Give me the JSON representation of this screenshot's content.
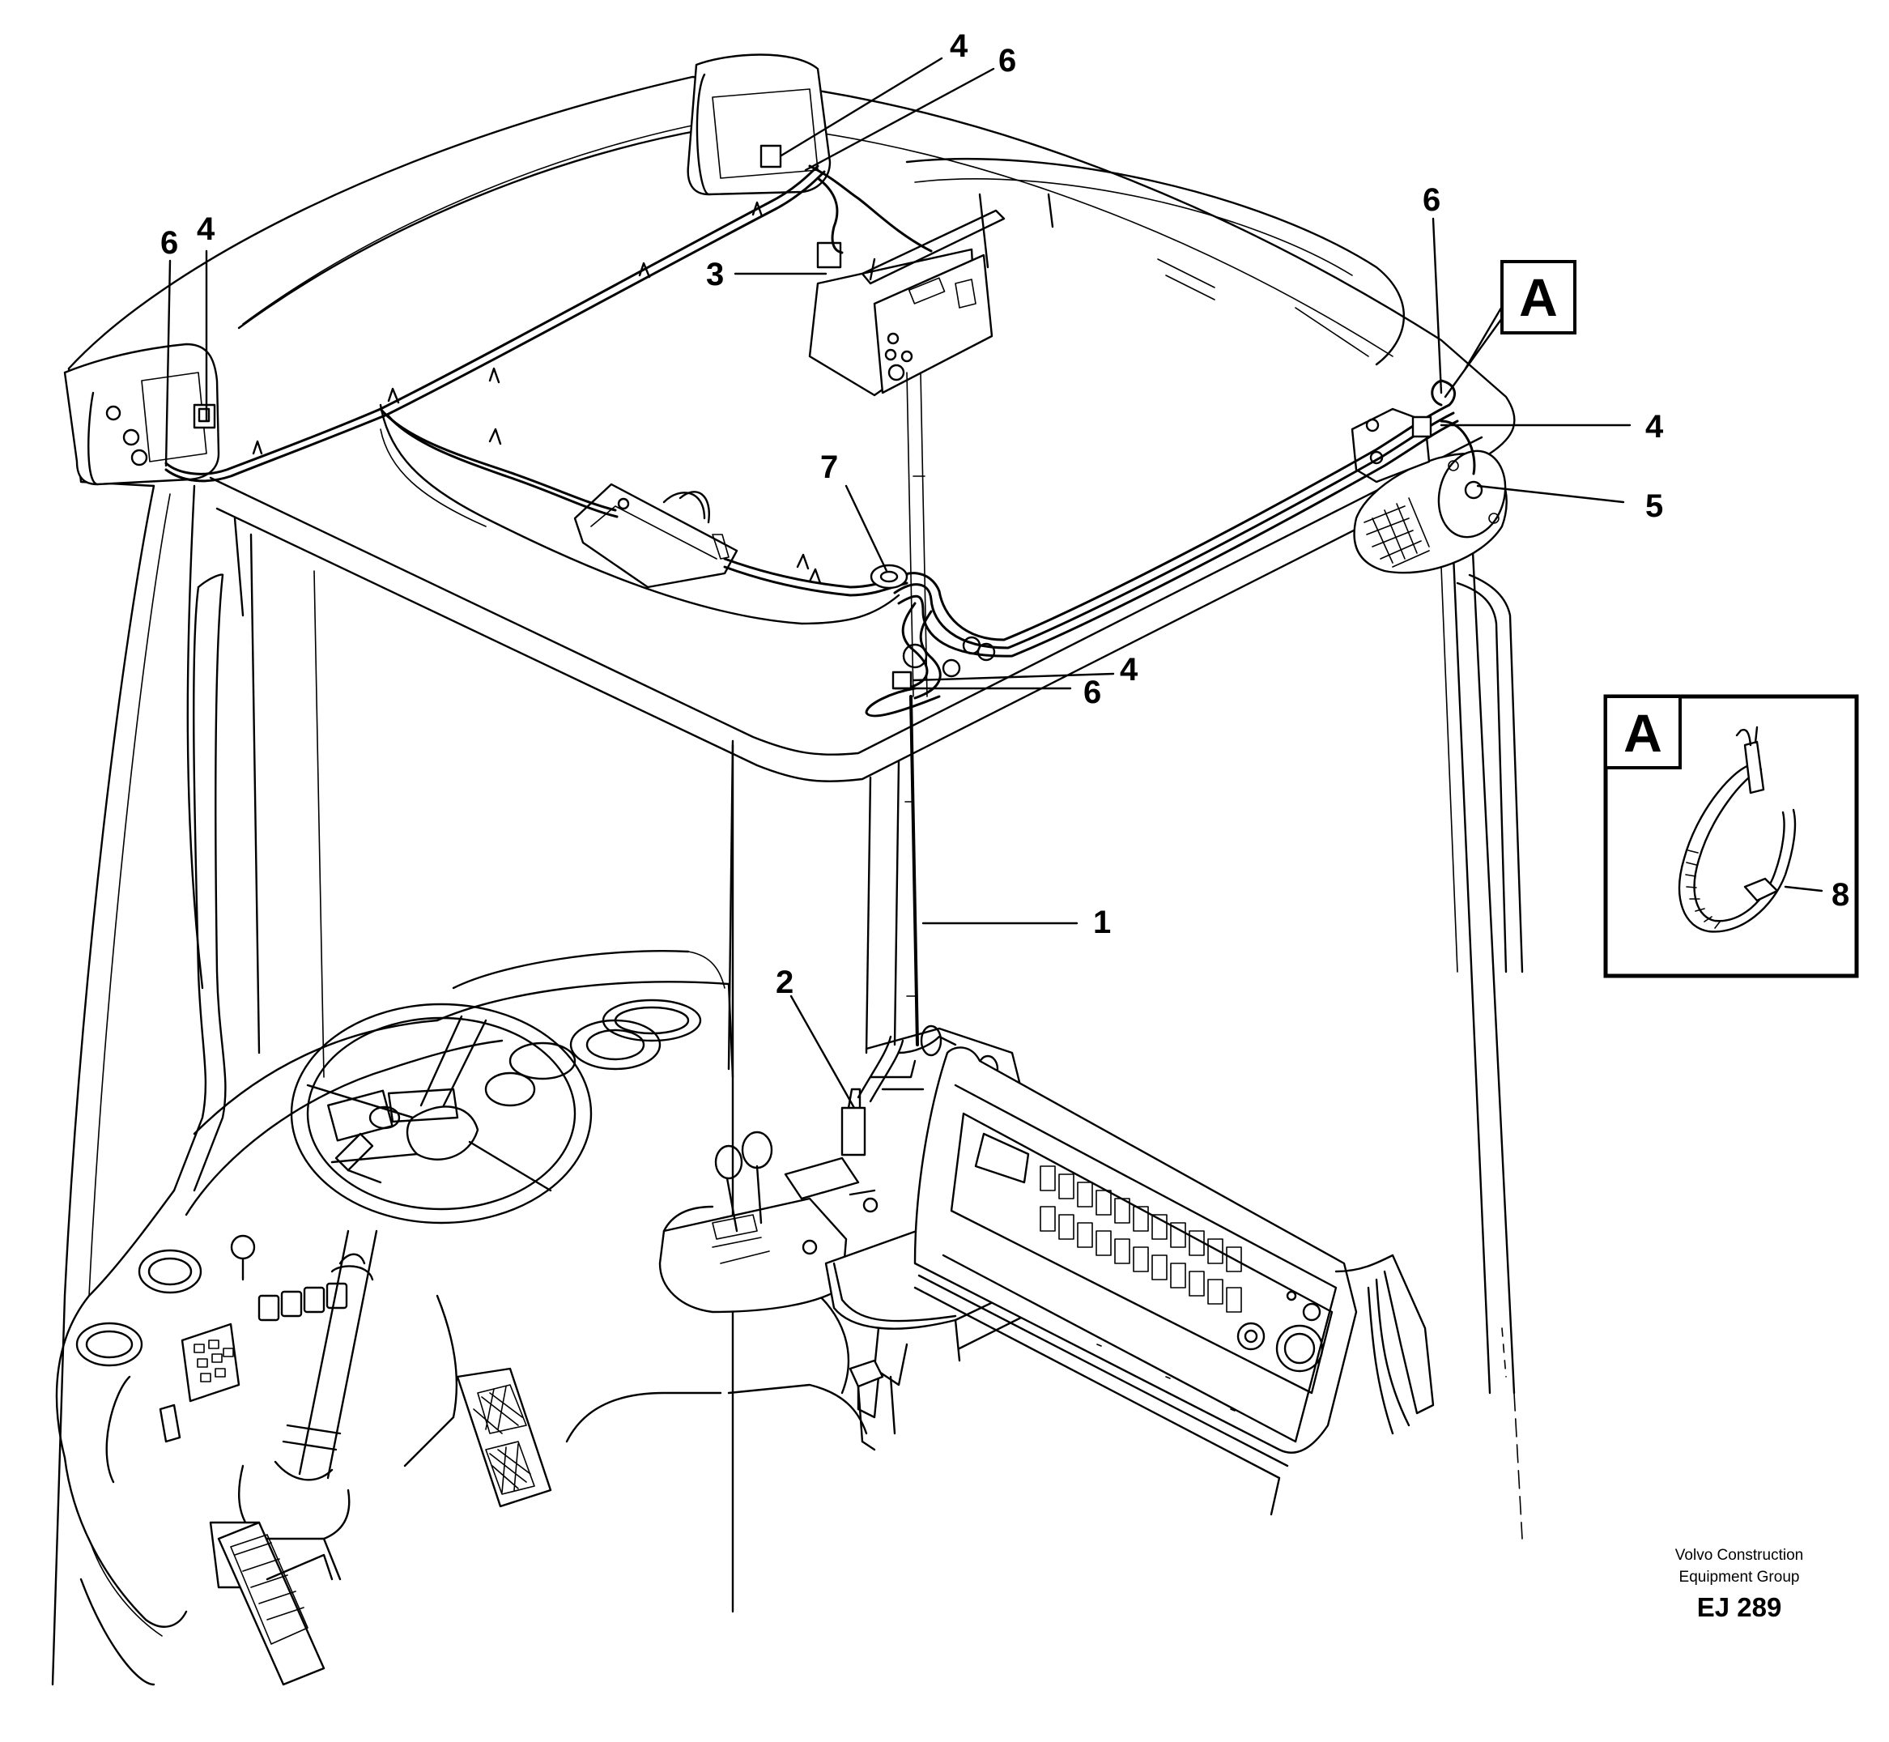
{
  "callouts": {
    "c1": "1",
    "c2": "2",
    "c3": "3",
    "c4_top": "4",
    "c6_top": "6",
    "c4_left": "4",
    "c6_left": "6",
    "c6_right": "6",
    "c4_right": "4",
    "c5": "5",
    "c7": "7",
    "c4_mid": "4",
    "c6_mid": "6",
    "c8": "8"
  },
  "detail": {
    "marker_letter": "A",
    "box_letter": "A"
  },
  "footer": {
    "line1": "Volvo Construction",
    "line2": "Equipment Group",
    "code": "EJ 289"
  }
}
